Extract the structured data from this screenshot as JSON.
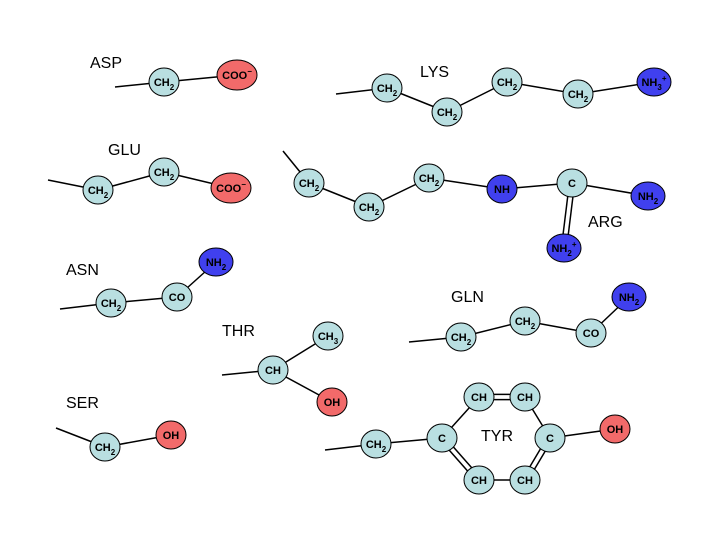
{
  "colors": {
    "neutral": "#b9dfe1",
    "acid": "#f26a6a",
    "base": "#4040ee"
  },
  "residues": [
    {
      "id": "asp",
      "name": "ASP",
      "atoms": [
        {
          "id": "a",
          "base": "CH",
          "sub": "2",
          "sup": "",
          "color": "neutral"
        },
        {
          "id": "b",
          "base": "COO",
          "sub": "",
          "sup": "−",
          "color": "acid"
        }
      ]
    },
    {
      "id": "glu",
      "name": "GLU",
      "atoms": [
        {
          "id": "a",
          "base": "CH",
          "sub": "2",
          "sup": "",
          "color": "neutral"
        },
        {
          "id": "b",
          "base": "CH",
          "sub": "2",
          "sup": "",
          "color": "neutral"
        },
        {
          "id": "c",
          "base": "COO",
          "sub": "",
          "sup": "−",
          "color": "acid"
        }
      ]
    },
    {
      "id": "lys",
      "name": "LYS",
      "atoms": [
        {
          "id": "a",
          "base": "CH",
          "sub": "2",
          "sup": "",
          "color": "neutral"
        },
        {
          "id": "b",
          "base": "CH",
          "sub": "2",
          "sup": "",
          "color": "neutral"
        },
        {
          "id": "c",
          "base": "CH",
          "sub": "2",
          "sup": "",
          "color": "neutral"
        },
        {
          "id": "d",
          "base": "CH",
          "sub": "2",
          "sup": "",
          "color": "neutral"
        },
        {
          "id": "e",
          "base": "NH",
          "sub": "3",
          "sup": "+",
          "color": "base"
        }
      ]
    },
    {
      "id": "arg",
      "name": "ARG",
      "atoms": [
        {
          "id": "a",
          "base": "CH",
          "sub": "2",
          "sup": "",
          "color": "neutral"
        },
        {
          "id": "b",
          "base": "CH",
          "sub": "2",
          "sup": "",
          "color": "neutral"
        },
        {
          "id": "c",
          "base": "CH",
          "sub": "2",
          "sup": "",
          "color": "neutral"
        },
        {
          "id": "d",
          "base": "NH",
          "sub": "",
          "sup": "",
          "color": "base"
        },
        {
          "id": "e",
          "base": "C",
          "sub": "",
          "sup": "",
          "color": "neutral"
        },
        {
          "id": "f",
          "base": "NH",
          "sub": "2",
          "sup": "",
          "color": "base"
        },
        {
          "id": "g",
          "base": "NH",
          "sub": "2",
          "sup": "+",
          "color": "base"
        }
      ]
    },
    {
      "id": "asn",
      "name": "ASN",
      "atoms": [
        {
          "id": "a",
          "base": "CH",
          "sub": "2",
          "sup": "",
          "color": "neutral"
        },
        {
          "id": "b",
          "base": "CO",
          "sub": "",
          "sup": "",
          "color": "neutral"
        },
        {
          "id": "c",
          "base": "NH",
          "sub": "2",
          "sup": "",
          "color": "base"
        }
      ]
    },
    {
      "id": "gln",
      "name": "GLN",
      "atoms": [
        {
          "id": "a",
          "base": "CH",
          "sub": "2",
          "sup": "",
          "color": "neutral"
        },
        {
          "id": "b",
          "base": "CH",
          "sub": "2",
          "sup": "",
          "color": "neutral"
        },
        {
          "id": "c",
          "base": "CO",
          "sub": "",
          "sup": "",
          "color": "neutral"
        },
        {
          "id": "d",
          "base": "NH",
          "sub": "2",
          "sup": "",
          "color": "base"
        }
      ]
    },
    {
      "id": "thr",
      "name": "THR",
      "atoms": [
        {
          "id": "a",
          "base": "CH",
          "sub": "",
          "sup": "",
          "color": "neutral"
        },
        {
          "id": "b",
          "base": "CH",
          "sub": "3",
          "sup": "",
          "color": "neutral"
        },
        {
          "id": "c",
          "base": "OH",
          "sub": "",
          "sup": "",
          "color": "acid"
        }
      ]
    },
    {
      "id": "ser",
      "name": "SER",
      "atoms": [
        {
          "id": "a",
          "base": "CH",
          "sub": "2",
          "sup": "",
          "color": "neutral"
        },
        {
          "id": "b",
          "base": "OH",
          "sub": "",
          "sup": "",
          "color": "acid"
        }
      ]
    },
    {
      "id": "tyr",
      "name": "TYR",
      "atoms": [
        {
          "id": "a",
          "base": "CH",
          "sub": "2",
          "sup": "",
          "color": "neutral"
        },
        {
          "id": "b",
          "base": "C",
          "sub": "",
          "sup": "",
          "color": "neutral"
        },
        {
          "id": "c",
          "base": "CH",
          "sub": "",
          "sup": "",
          "color": "neutral"
        },
        {
          "id": "d",
          "base": "CH",
          "sub": "",
          "sup": "",
          "color": "neutral"
        },
        {
          "id": "e",
          "base": "C",
          "sub": "",
          "sup": "",
          "color": "neutral"
        },
        {
          "id": "f",
          "base": "CH",
          "sub": "",
          "sup": "",
          "color": "neutral"
        },
        {
          "id": "g",
          "base": "CH",
          "sub": "",
          "sup": "",
          "color": "neutral"
        },
        {
          "id": "h",
          "base": "OH",
          "sub": "",
          "sup": "",
          "color": "acid"
        }
      ]
    }
  ]
}
